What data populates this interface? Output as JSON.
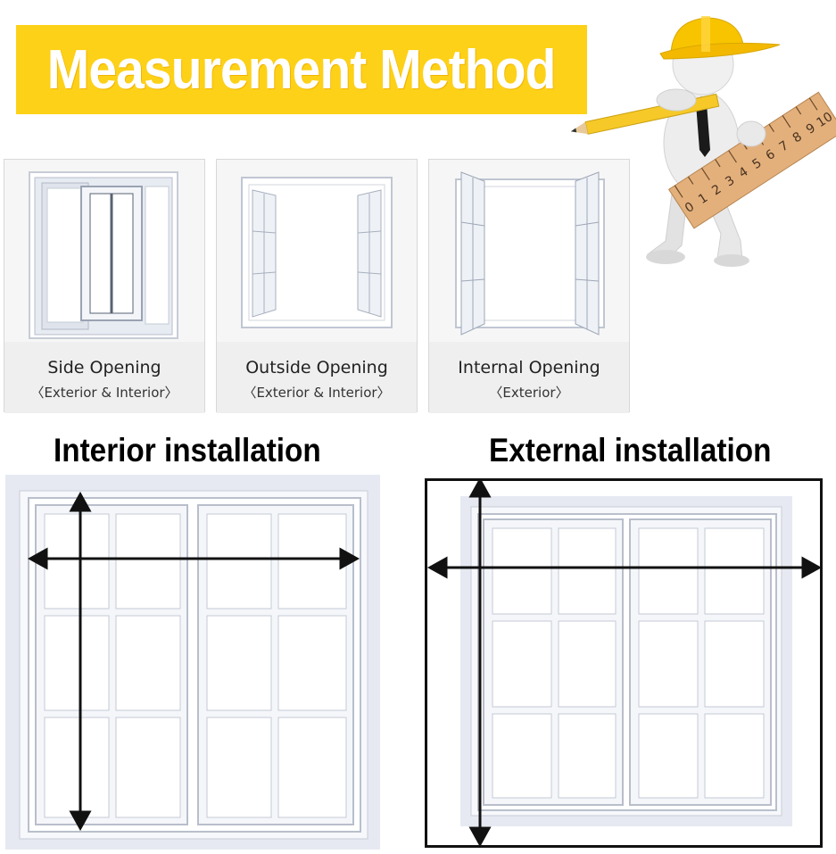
{
  "banner": {
    "title": "Measurement Method"
  },
  "cards": [
    {
      "title": "Side Opening",
      "subtitle": "〈Exterior & Interior〉"
    },
    {
      "title": "Outside Opening",
      "subtitle": "〈Exterior & Interior〉"
    },
    {
      "title": "Internal Opening",
      "subtitle": "〈Exterior〉"
    }
  ],
  "sections": {
    "interior": {
      "title": "Interior installation"
    },
    "external": {
      "title": "External installation"
    }
  },
  "mascot": {
    "ruler_numbers": [
      "0",
      "1",
      "2",
      "3",
      "4",
      "5",
      "6",
      "7",
      "8",
      "9",
      "10"
    ]
  },
  "colors": {
    "banner": "#fdd117",
    "helmet": "#f8c400",
    "ruler": "#e3b07c",
    "frame": "#e4e8f2"
  }
}
